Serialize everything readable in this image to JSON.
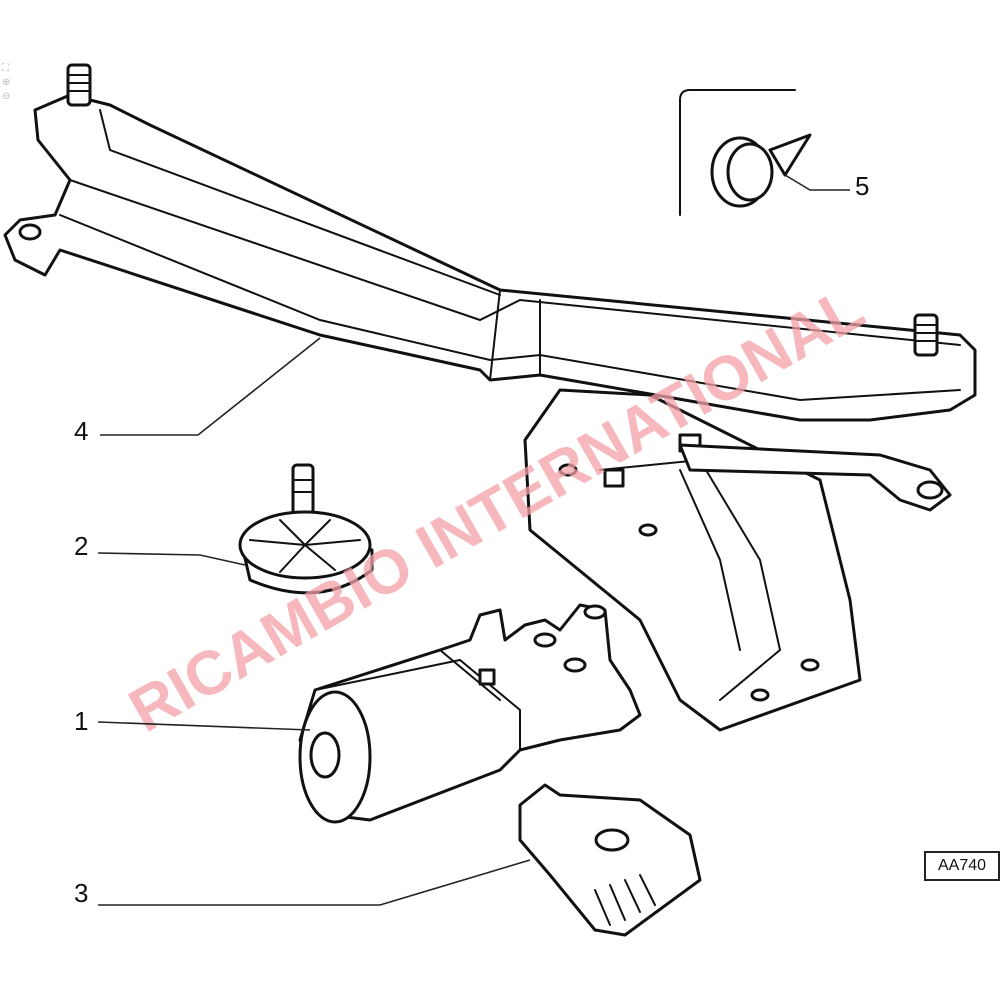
{
  "diagram": {
    "callouts": [
      {
        "number": "1",
        "part": "wiper-motor"
      },
      {
        "number": "2",
        "part": "gear-crank"
      },
      {
        "number": "3",
        "part": "motor-cover"
      },
      {
        "number": "4",
        "part": "wiper-linkage-frame"
      },
      {
        "number": "5",
        "part": "grommet"
      }
    ],
    "reference_code": "AA740",
    "watermark": "RICAMBIO INTERNATIONAL",
    "watermark_color": "#f3a0a6",
    "viewer_icons": [
      "fit-icon",
      "zoom-in-icon",
      "zoom-out-icon"
    ]
  }
}
